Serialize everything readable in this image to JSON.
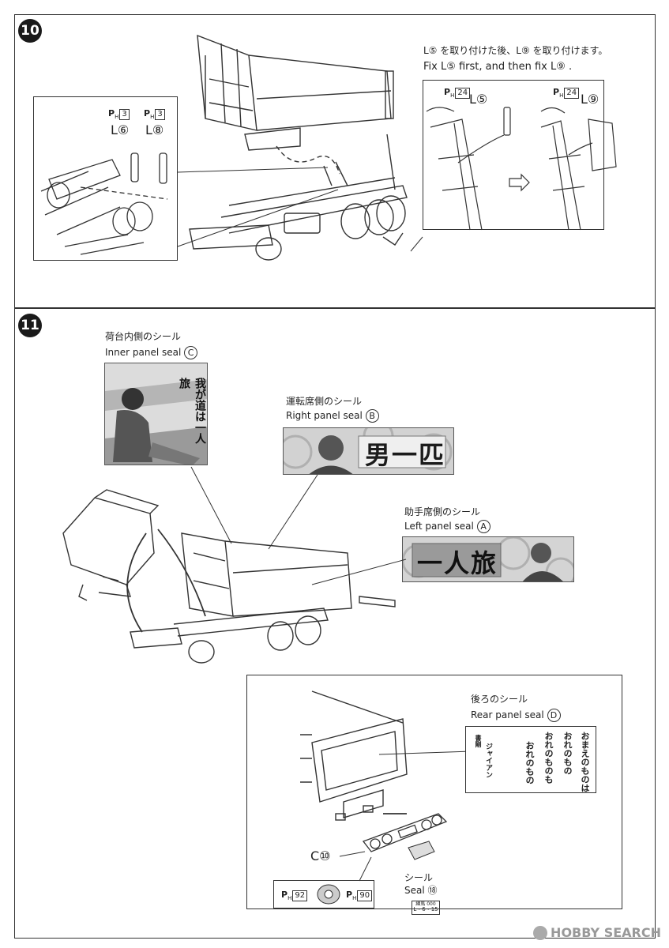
{
  "step10": {
    "number": "10",
    "instruction_jp": "L⑤ を取り付けた後、L⑨ を取り付けます。",
    "instruction_en": "Fix L⑤ first, and then fix L⑨ .",
    "left_parts": [
      {
        "ph": "3",
        "label": "L⑥"
      },
      {
        "ph": "3",
        "label": "L⑧"
      }
    ],
    "right_parts": [
      {
        "ph": "24",
        "label": "L⑤"
      },
      {
        "ph": "24",
        "label": "L⑨"
      }
    ]
  },
  "step11": {
    "number": "11",
    "seal_c": {
      "jp": "荷台内側のシール",
      "en": "Inner panel seal",
      "mark": "C",
      "text": "我が道は一人旅"
    },
    "seal_b": {
      "jp": "運転席側のシール",
      "en": "Right panel seal",
      "mark": "B",
      "text": "男一匹"
    },
    "seal_a": {
      "jp": "助手席側のシール",
      "en": "Left panel seal",
      "mark": "A",
      "text": "一人旅"
    },
    "seal_d": {
      "jp": "後ろのシール",
      "en": "Rear panel seal",
      "mark": "D",
      "lines": [
        "おまえのものは",
        "おれのもの",
        "おれのものも",
        "おれのもの"
      ],
      "signature": "ジャイアン",
      "signature_prefix": "書",
      "signature_sub": "剛"
    },
    "part_c10": "C⑩",
    "seal18_jp": "シール",
    "seal18_en": "Seal",
    "seal18_mark": "⑱",
    "ph_left": "92",
    "ph_right": "90",
    "plate": "L・6・15",
    "plate_top": "練馬 000"
  },
  "watermark": {
    "brand": "HOBBY SEARCH"
  }
}
